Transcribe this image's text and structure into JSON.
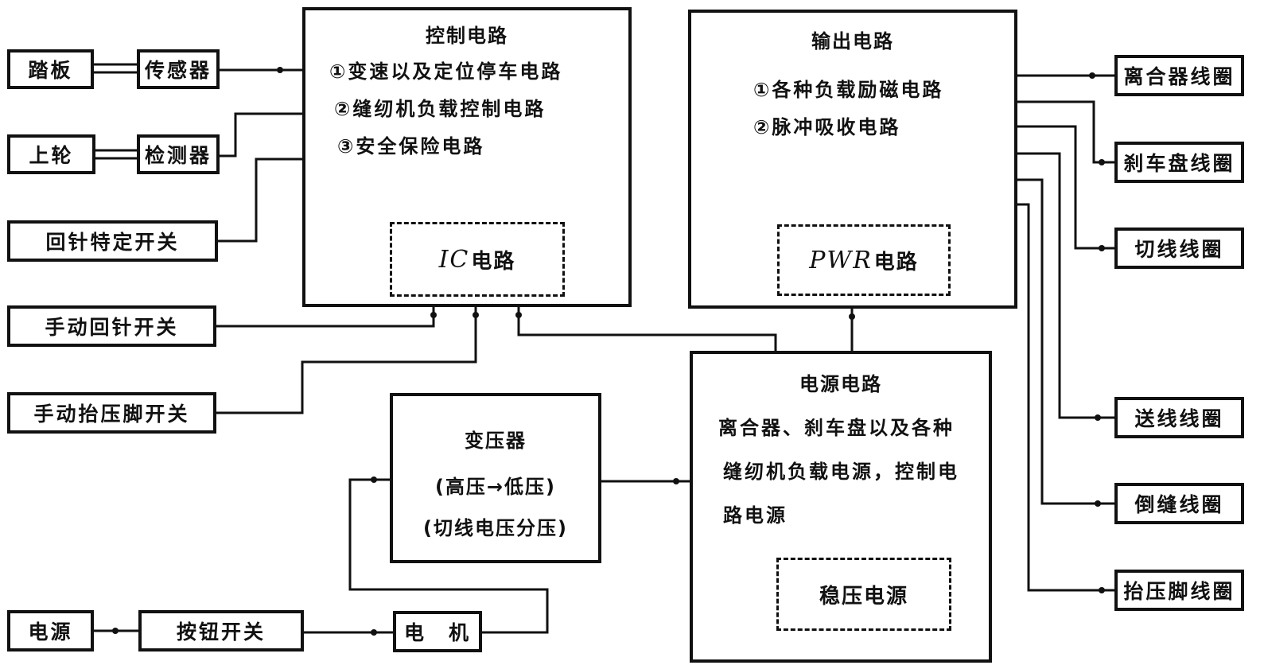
{
  "inputs": {
    "pedal": "踏板",
    "sensor": "传感器",
    "upper_wheel": "上轮",
    "detector": "检测器",
    "needle_return_switch": "回针特定开关",
    "manual_needle_return": "手动回针开关",
    "manual_presser_foot": "手动抬压脚开关",
    "power": "电源",
    "button_switch": "按钮开关",
    "motor": "电　机"
  },
  "control": {
    "title": "控制电路",
    "items": [
      "①变速以及定位停车电路",
      "②缝纫机负载控制电路",
      "③安全保险电路"
    ],
    "ic_prefix": "IC",
    "ic_suffix": "电路"
  },
  "output": {
    "title": "输出电路",
    "items": [
      "①各种负载励磁电路",
      "②脉冲吸收电路"
    ],
    "pwr_prefix": "PWR",
    "pwr_suffix": "电路"
  },
  "transformer": {
    "title": "变压器",
    "line1": "(高压→低压)",
    "line2": "(切线电压分压)"
  },
  "power_circuit": {
    "title": "电源电路",
    "lines": [
      "离合器、刹车盘以及各种",
      "缝纫机负载电源，控制电",
      "路电源"
    ],
    "regulator": "稳压电源"
  },
  "coils": [
    "离合器线圈",
    "刹车盘线圈",
    "切线线圈",
    "送线线圈",
    "倒缝线圈",
    "抬压脚线圈"
  ]
}
